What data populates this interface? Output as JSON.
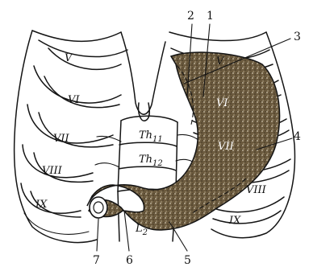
{
  "figure": {
    "colors": {
      "ink": "#141414",
      "shade": "#5a4a32",
      "paper": "#ffffff"
    },
    "left_ribs": [
      "V",
      "VI",
      "VII",
      "VIII",
      "IX"
    ],
    "right_ribs": [
      "V",
      "VI",
      "VII",
      "VIII",
      "IX"
    ],
    "vertebrae": {
      "th11_base": "Th",
      "th11_sub": "11",
      "th12_base": "Th",
      "th12_sub": "12",
      "l2_base": "L",
      "l2_sub": "2"
    },
    "callouts": [
      "1",
      "2",
      "3",
      "4",
      "5",
      "6",
      "7"
    ]
  }
}
